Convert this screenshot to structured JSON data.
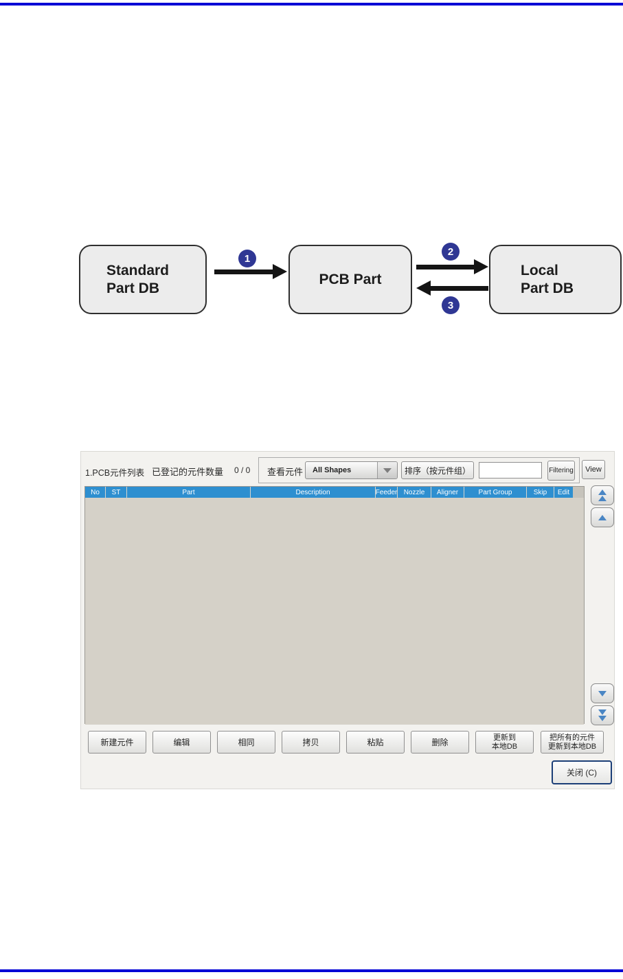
{
  "accent": {
    "page_rule": "#0101d6",
    "table_header_bg": "#2e8fd0",
    "table_body_bg": "#d5d1c8",
    "badge_bg": "#2f3794",
    "scroll_arrow": "#4a86c4"
  },
  "diagram": {
    "box1_line1": "Standard",
    "box1_line2": "Part DB",
    "box2_label": "PCB Part",
    "box3_line1": "Local",
    "box3_line2": "Part DB",
    "badge1": "1",
    "badge2": "2",
    "badge3": "3"
  },
  "dialog": {
    "title": "1.PCB元件列表",
    "registered_label": "已登记的元件数量",
    "registered_count": "0 / 0",
    "view_part_label": "查看元件",
    "shape_dropdown_value": "All Shapes",
    "sort_button_label": "排序（按元件组）",
    "filter_input_value": "",
    "filtering_button_label": "Filtering",
    "view_button_label": "View",
    "table": {
      "columns": [
        "No",
        "ST",
        "Part",
        "Description",
        "Feeder",
        "Nozzle",
        "Aligner",
        "Part Group",
        "Skip",
        "Edit"
      ],
      "rows": []
    },
    "buttons": {
      "new_part": "新建元件",
      "edit": "编辑",
      "same": "相同",
      "copy": "拷贝",
      "paste": "粘贴",
      "delete": "删除",
      "update_local_line1": "更新到",
      "update_local_line2": "本地DB",
      "update_all_line1": "把所有的元件",
      "update_all_line2": "更新到本地DB",
      "close": "关闭 (C)"
    }
  }
}
